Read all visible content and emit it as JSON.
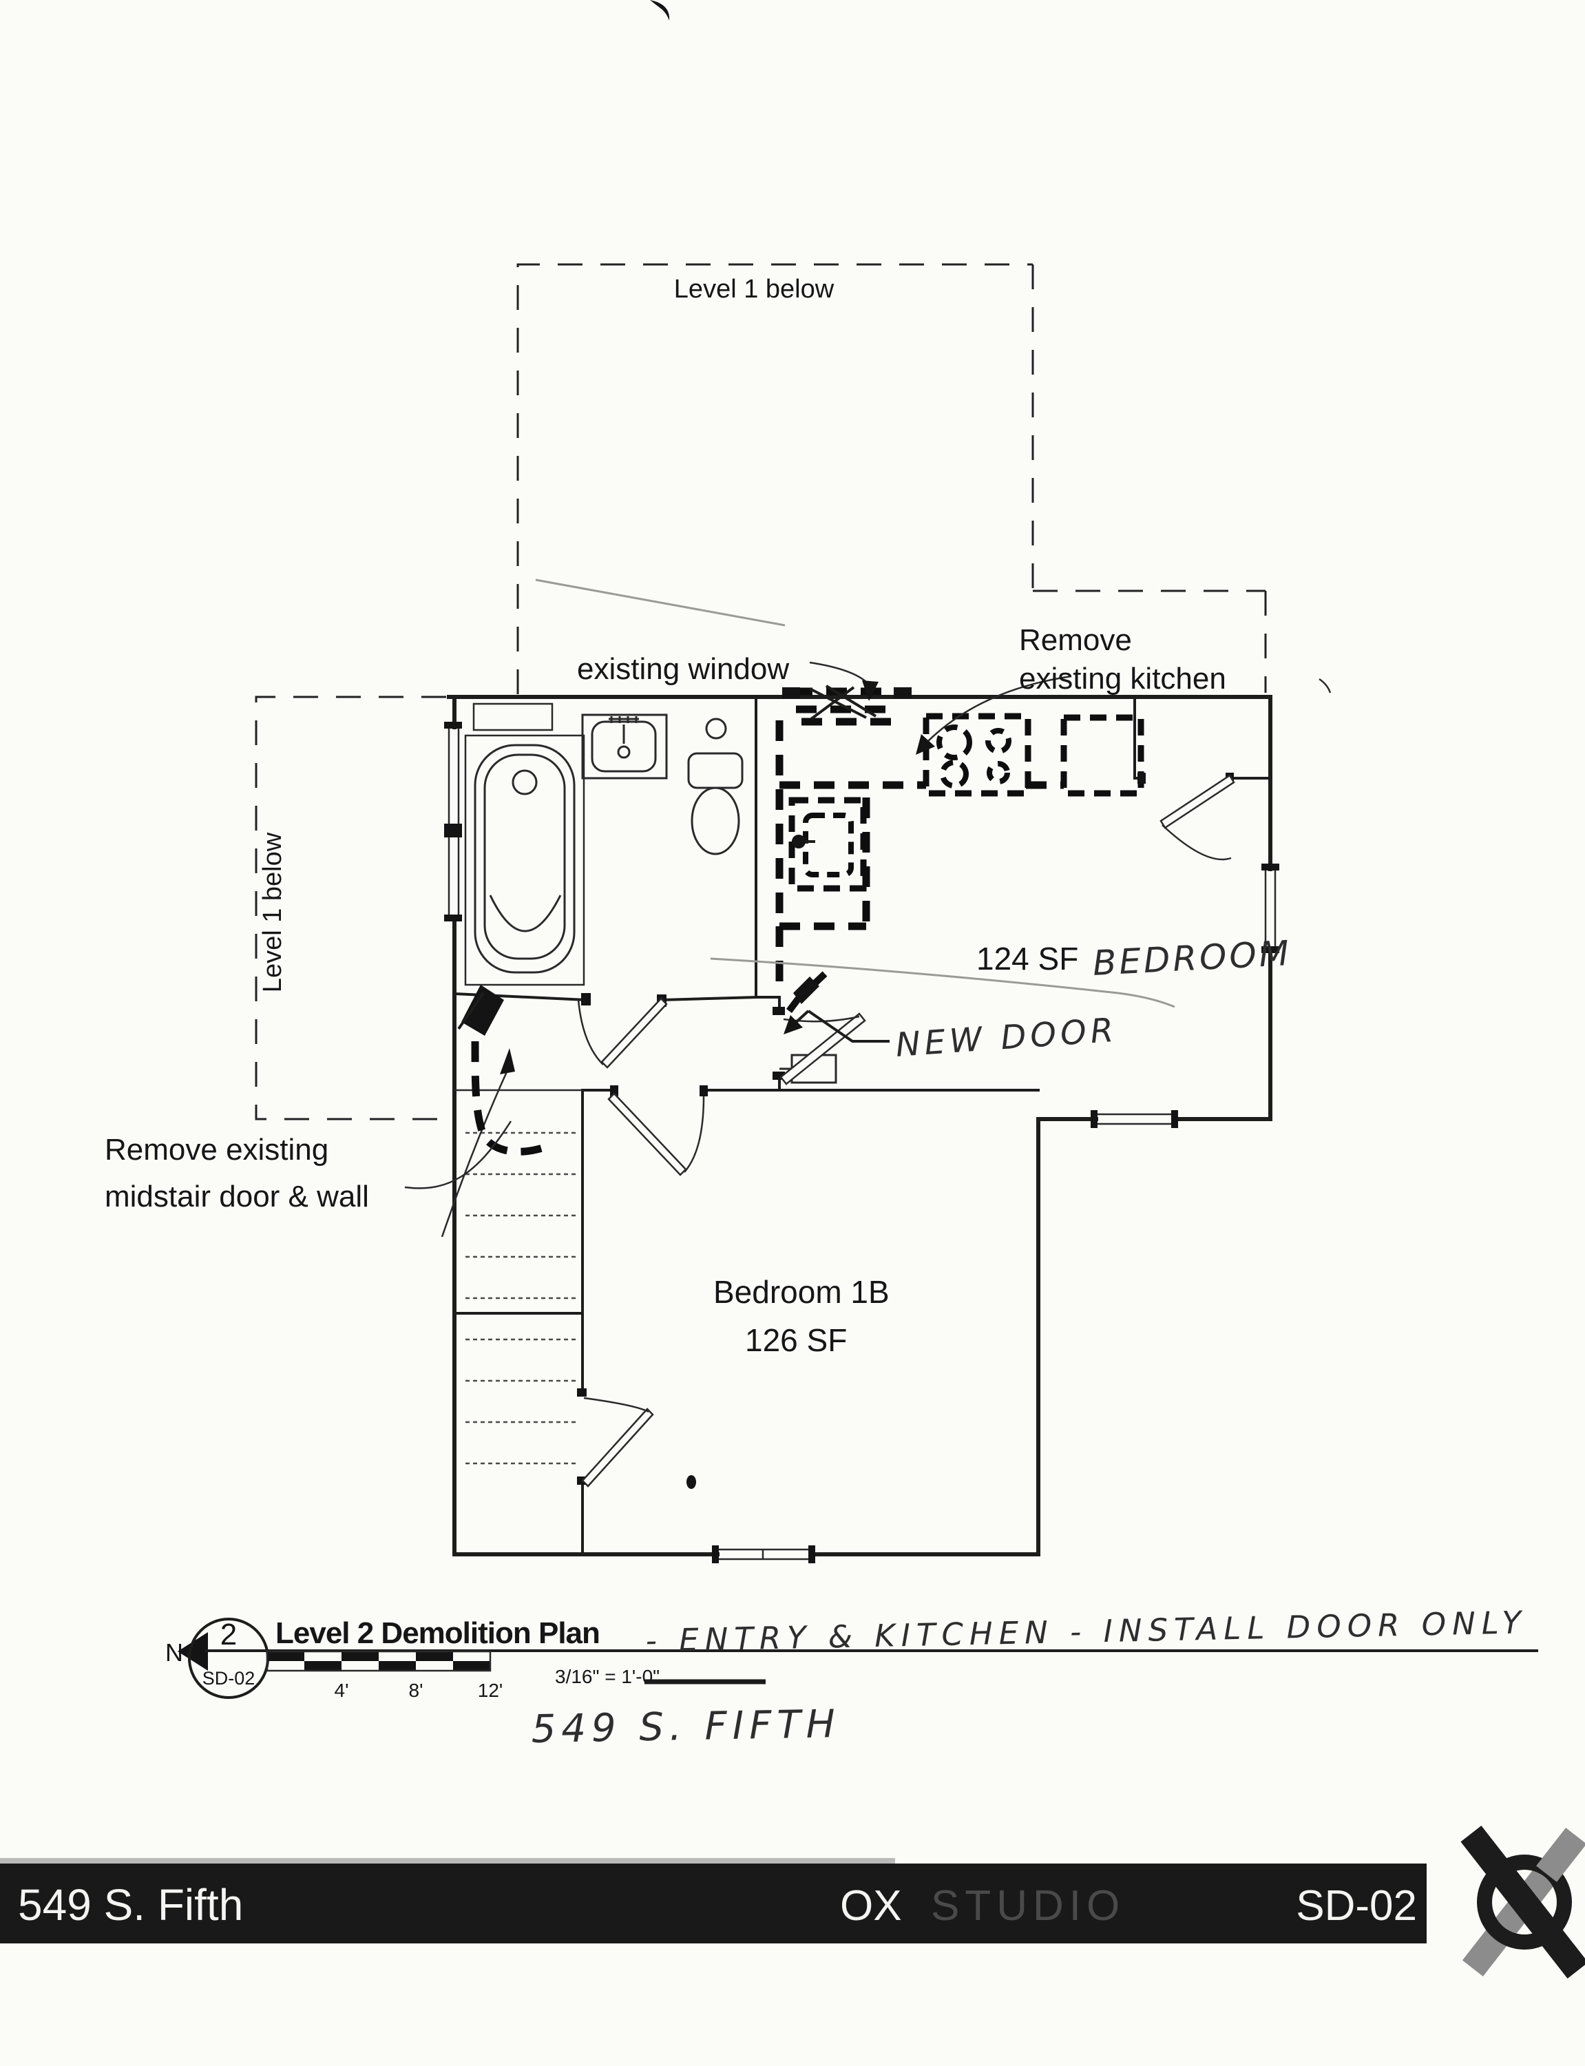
{
  "colors": {
    "paper": "#fbfbf8",
    "ink": "#1d1d1b",
    "pencil": "#9a9a96",
    "footer_bar": "#191919",
    "footer_text": "#f4f4f2",
    "brand_secondary_color": "#4a4a4a"
  },
  "plan": {
    "labels": {
      "level1_top": "Level 1 below",
      "level1_left": "Level 1 below",
      "existing_window": "existing window",
      "remove_kitchen_line1": "Remove",
      "remove_kitchen_line2": "existing kitchen",
      "area_124": "124 SF",
      "bedroom_hand": "BEDROOM",
      "new_door_hand": "NEW DOOR",
      "remove_midstair_line1": "Remove existing",
      "remove_midstair_line2": "midstair door & wall",
      "bedroom1b_name": "Bedroom 1B",
      "bedroom1b_area": "126 SF"
    }
  },
  "title_block": {
    "north": "N",
    "detail_number": "2",
    "detail_sheet": "SD-02",
    "title": "Level 2 Demolition Plan",
    "scale_ticks": [
      "4'",
      "8'",
      "12'"
    ],
    "scale": "3/16\" = 1'-0\"",
    "note_hand": "- ENTRY & KITCHEN - INSTALL DOOR ONLY",
    "address_hand": "549  S. FIFTH"
  },
  "footer": {
    "project": "549 S. Fifth",
    "brand_primary": "OX",
    "brand_secondary": "STUDIO",
    "sheet": "SD-02"
  }
}
